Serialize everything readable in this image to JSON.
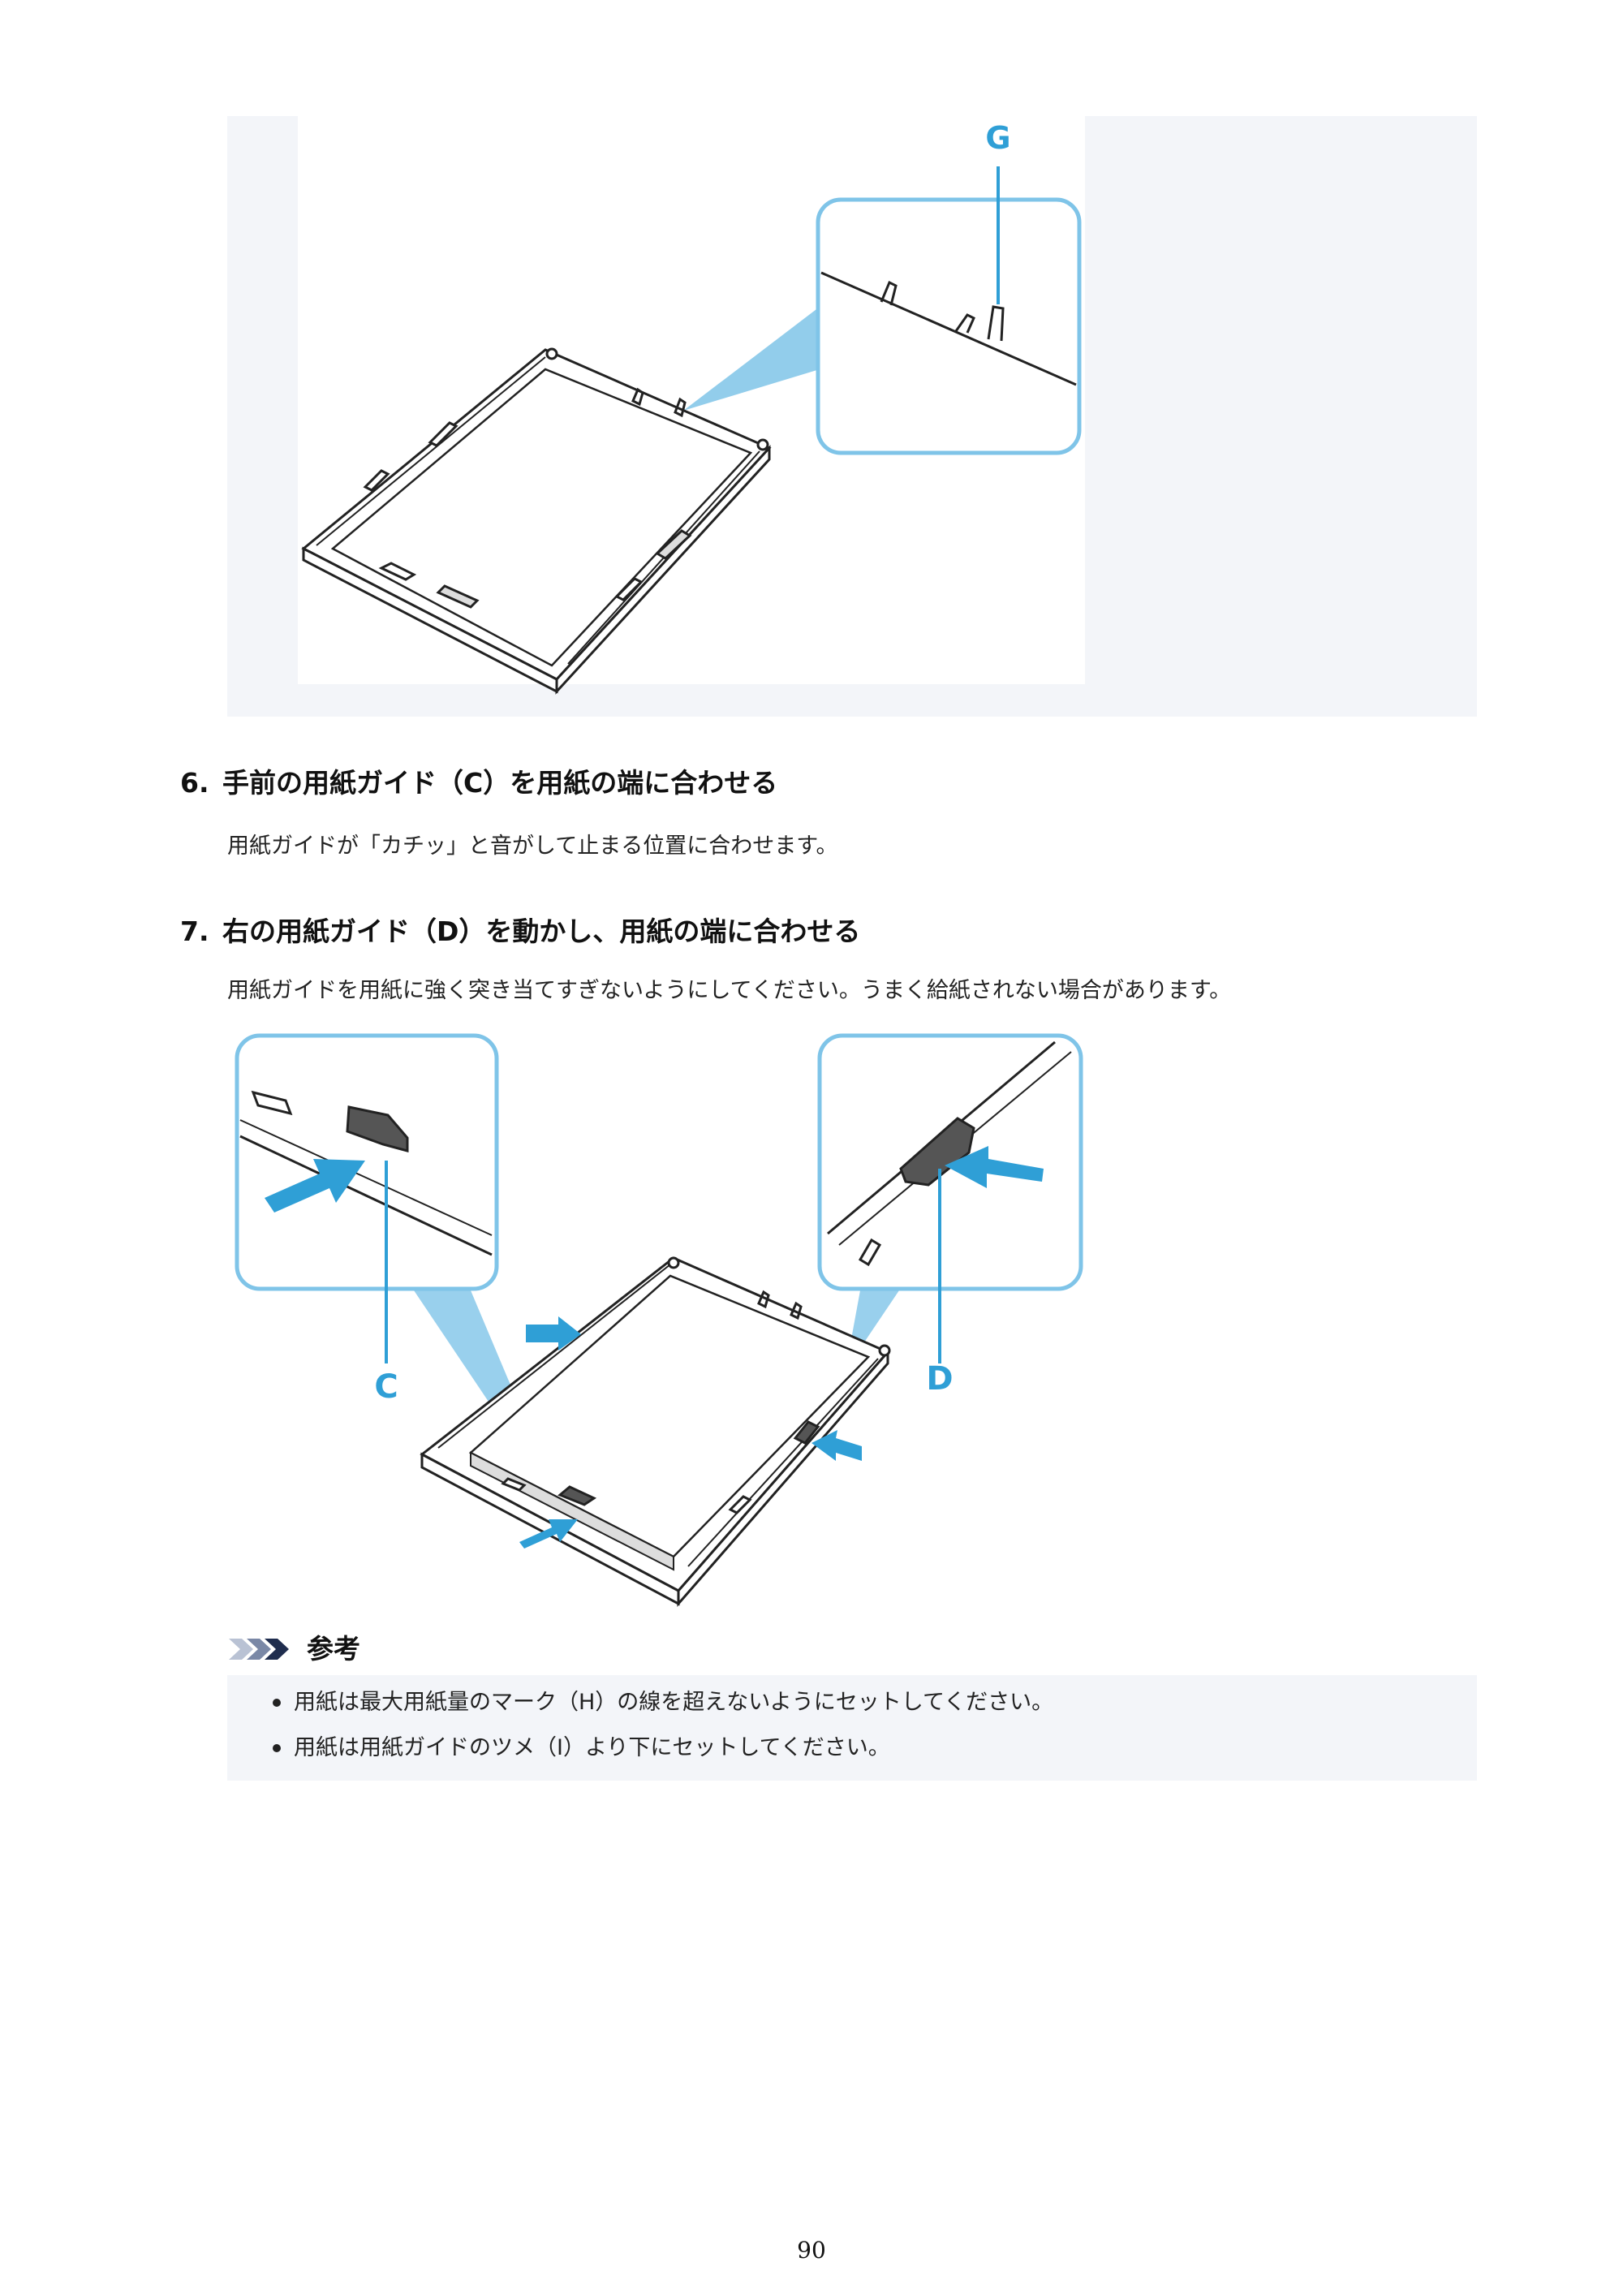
{
  "figure1": {
    "callout_letter": "G"
  },
  "steps": [
    {
      "number": "6.",
      "title": "手前の用紙ガイド（C）を用紙の端に合わせる",
      "text": "用紙ガイドが「カチッ」と音がして止まる位置に合わせます。"
    },
    {
      "number": "7.",
      "title": "右の用紙ガイド（D）を動かし、用紙の端に合わせる",
      "text": "用紙ガイドを用紙に強く突き当てすぎないようにしてください。うまく給紙されない場合があります。"
    }
  ],
  "figure2": {
    "callout_left": "C",
    "callout_right": "D"
  },
  "note": {
    "heading": "参考",
    "items": [
      "用紙は最大用紙量のマーク（H）の線を超えないようにセットしてください。",
      "用紙は用紙ガイドのツメ（I）より下にセットしてください。"
    ]
  },
  "page_number": "90",
  "colors": {
    "accent": "#2f9fd6",
    "panel": "#f3f5f9",
    "callout_fill": "#7fc4e8"
  }
}
